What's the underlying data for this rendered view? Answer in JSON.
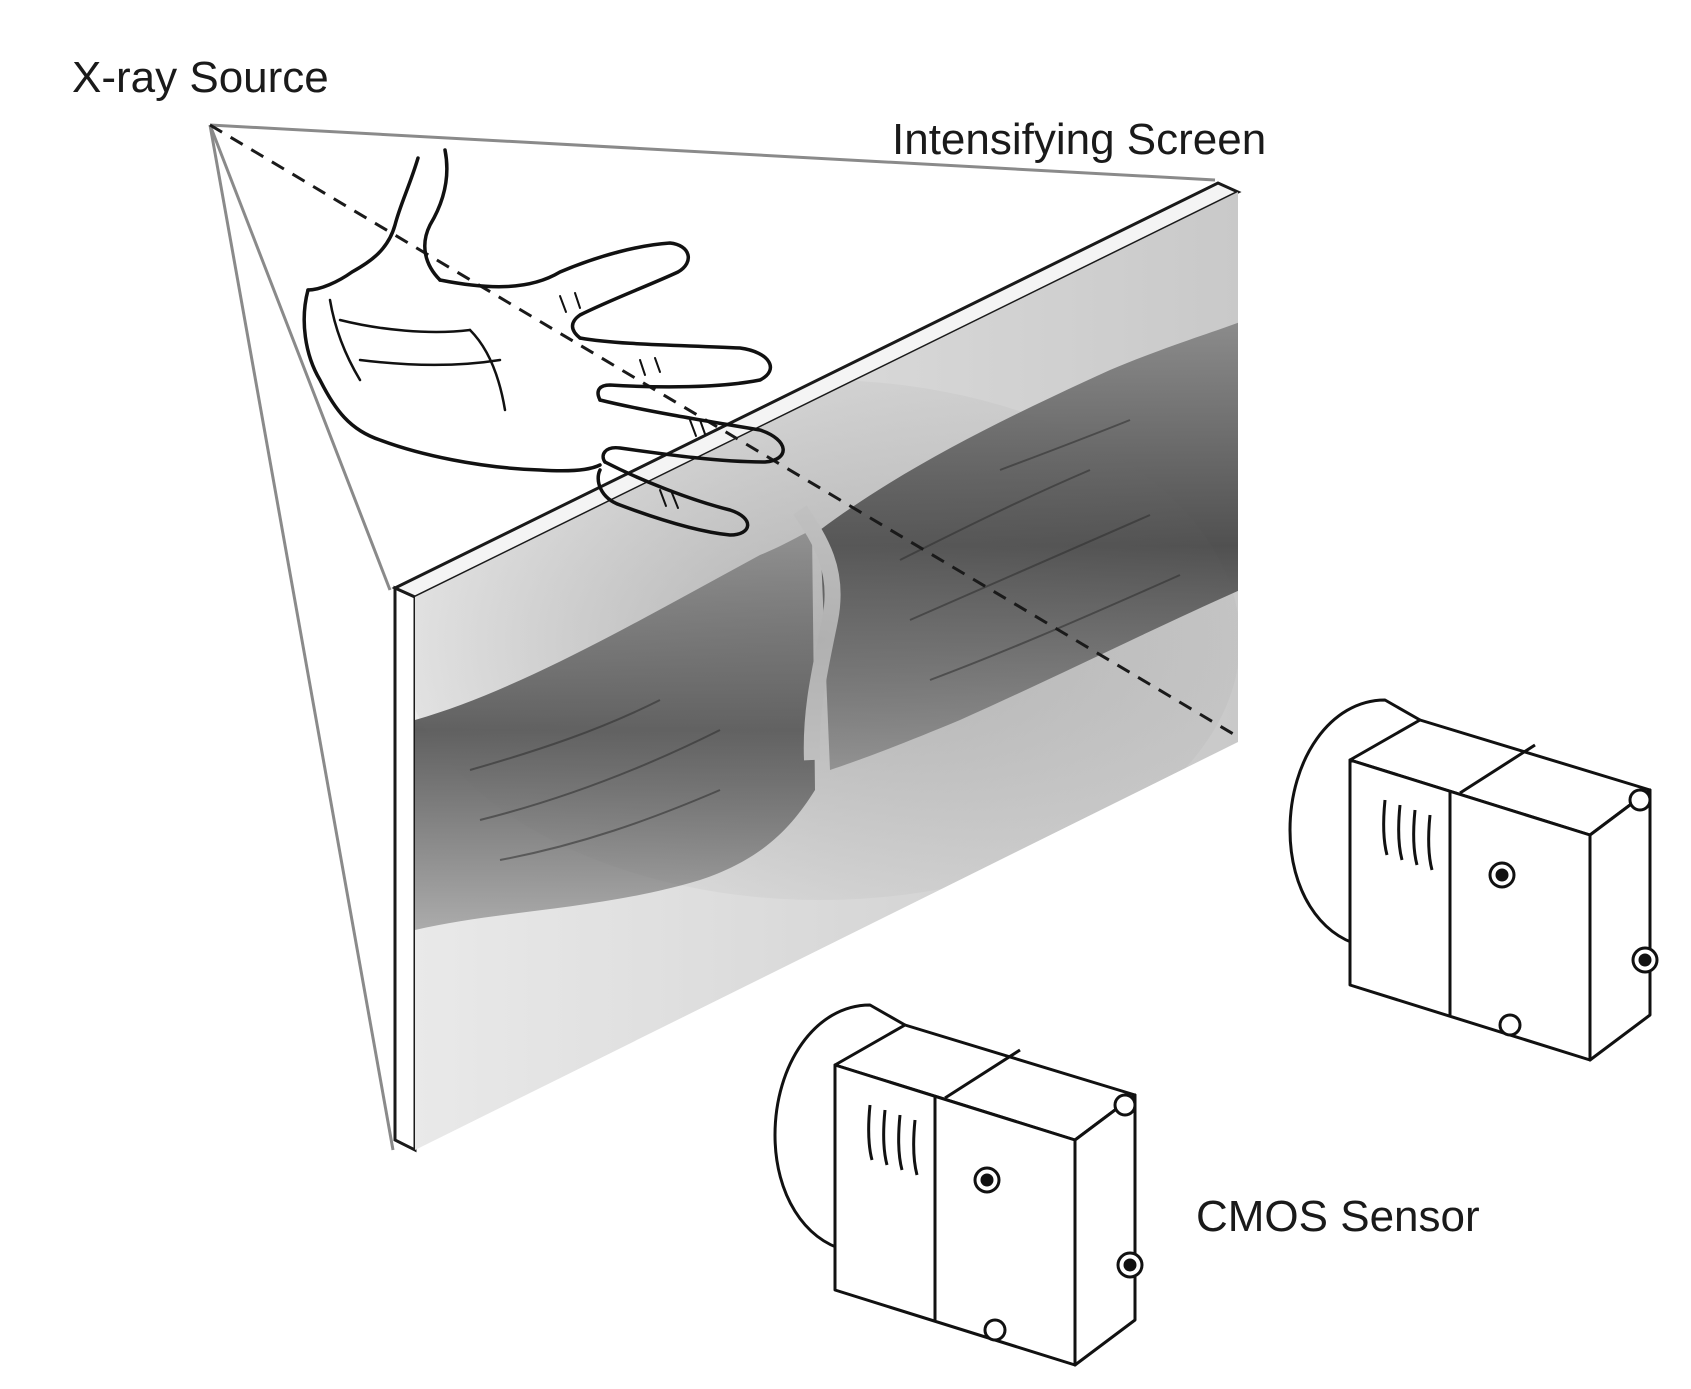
{
  "labels": {
    "xray_source": "X-ray Source",
    "intensifying_screen": "Intensifying Screen",
    "cmos_sensor": "CMOS Sensor"
  },
  "colors": {
    "line": "#1a1a1a",
    "beam": "#8a8a8a",
    "screen_light": "#e6e6e6",
    "screen_dark": "#3a3a3a"
  }
}
